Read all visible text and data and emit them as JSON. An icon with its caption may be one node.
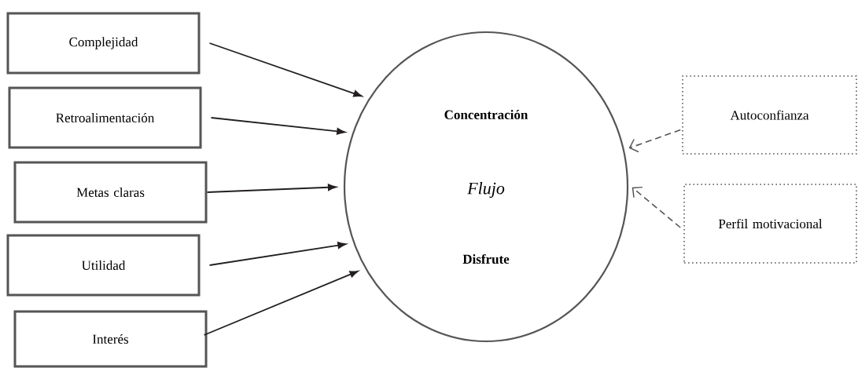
{
  "diagram": {
    "nodes": [
      {
        "text": [
          "Complejidad"
        ]
      },
      {
        "text": [
          "Retroalimentación"
        ]
      },
      {
        "text": [
          "Metas claras"
        ]
      },
      {
        "text": [
          "Utilidad"
        ]
      },
      {
        "text": [
          "Interés"
        ]
      },
      {
        "text": [
          "Concentración",
          "Flujo",
          "Disfrute"
        ]
      },
      {
        "text": [
          "Autoconfianza"
        ]
      },
      {
        "text": [
          "Perfil motivacional"
        ]
      }
    ],
    "edges": [
      {
        "from": 0,
        "to": 5,
        "arrow": "to"
      },
      {
        "from": 1,
        "to": 5,
        "arrow": "to"
      },
      {
        "from": 2,
        "to": 5,
        "arrow": "to"
      },
      {
        "from": 3,
        "to": 5,
        "arrow": "to"
      },
      {
        "from": 4,
        "to": 5,
        "arrow": "to"
      },
      {
        "from": 6,
        "to": 5,
        "arrow": "to",
        "style": "dashed"
      },
      {
        "from": 7,
        "to": 5,
        "arrow": "to",
        "style": "dashed"
      }
    ]
  }
}
